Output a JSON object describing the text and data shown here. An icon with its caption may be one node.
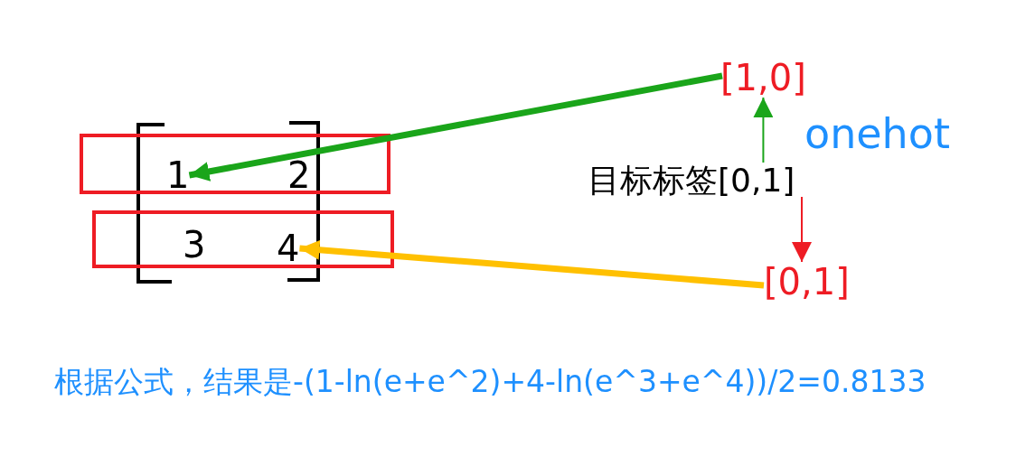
{
  "diagram": {
    "caption": "根据公式，结果是-(1-ln(e+e^2)+4-ln(e^3+e^4))/2=0.8133",
    "nodes": [
      {
        "text": [],
        "shape": "box"
      },
      {
        "text": [
          "1"
        ],
        "in": 0
      },
      {
        "text": [
          "2"
        ],
        "in": 0
      },
      {
        "text": [],
        "shape": "box"
      },
      {
        "text": [
          "3"
        ],
        "in": 3
      },
      {
        "text": [
          "4"
        ],
        "in": 3
      },
      {
        "text": [
          "[1,0]"
        ]
      },
      {
        "text": [
          "目标标签[0,1]"
        ]
      },
      {
        "text": [
          "[0,1]"
        ]
      }
    ],
    "edges": [
      {
        "from": 6,
        "to": 1,
        "arrow": "to",
        "style": "thick",
        "color": "#1aa51a"
      },
      {
        "from": 8,
        "to": 5,
        "arrow": "to",
        "style": "thick",
        "color": "#ffc000"
      },
      {
        "from": 7,
        "to": 6,
        "arrow": "to",
        "color": "#1aa51a"
      },
      {
        "from": 7,
        "to": 8,
        "arrow": "to",
        "color": "#ee1c24"
      }
    ],
    "labels": [
      "onehot"
    ]
  }
}
